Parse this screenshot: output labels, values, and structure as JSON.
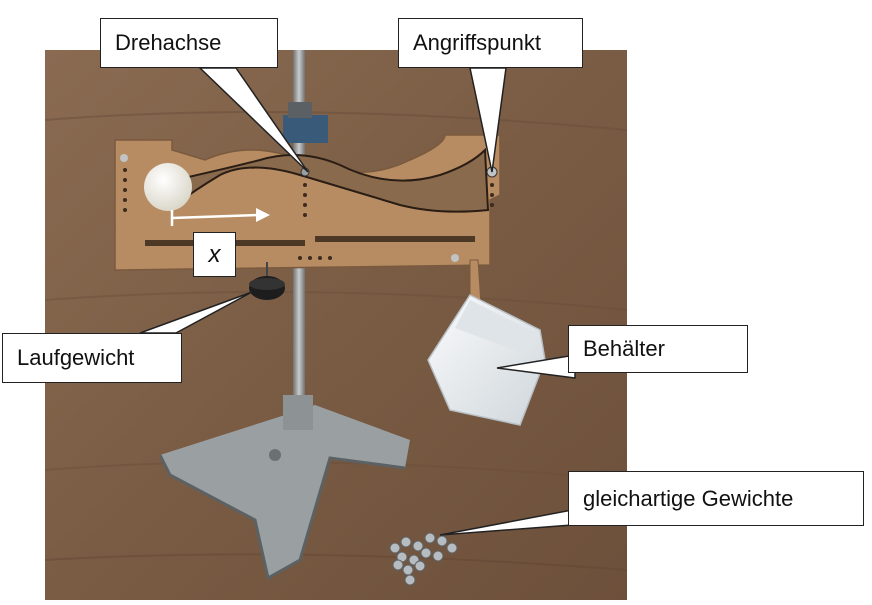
{
  "labels": {
    "drehachse": "Drehachse",
    "angriffspunkt": "Angriffspunkt",
    "x": "x",
    "laufgewicht": "Laufgewicht",
    "behaelter": "Behälter",
    "gewichte": "gleichartige Gewichte"
  },
  "colors": {
    "table_wood": "#7e6048",
    "board": "#b88c63",
    "stand_metal": "#9aa0a2",
    "ball": "#f1efe6",
    "container": "#eef1f3",
    "callout_border": "#222222"
  },
  "icons": {
    "arrow": "right-arrow"
  }
}
